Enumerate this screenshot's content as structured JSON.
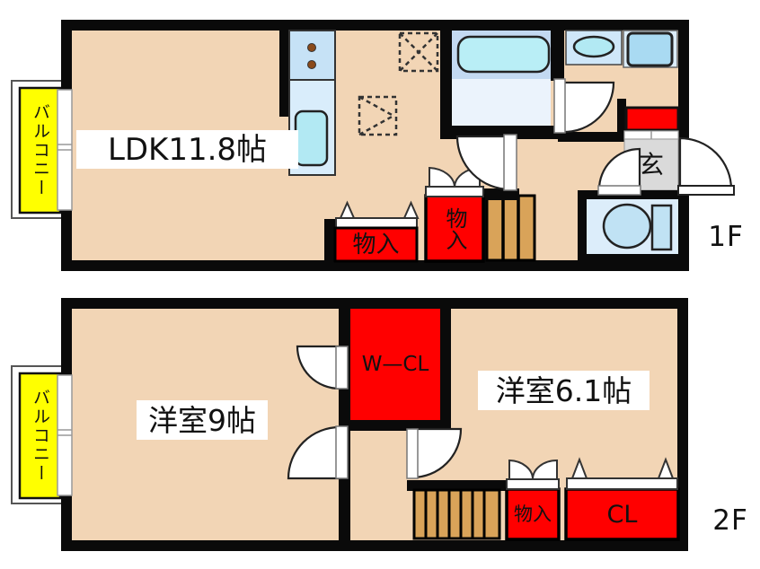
{
  "title": "apartment-floor-plan",
  "colors": {
    "wall": "#0a0a0a",
    "floor": "#f2d5b5",
    "storage_red": "#ff0000",
    "balcony_yellow": "#ffff00",
    "stairs_wood": "#d9a359",
    "fixture_cyan": "#b2e9f3",
    "bath_blue": "#c3d9f1",
    "appliance_blue": "#a9daf2",
    "toilet_floor": "#dcedfa",
    "genkan_gray": "#dadada"
  },
  "floors": [
    {
      "label": "1F",
      "balcony": "バルコニー",
      "ldk": "LDK11.8帖",
      "entrance": "玄",
      "storage_a": "物入",
      "storage_b": "物入"
    },
    {
      "label": "2F",
      "balcony": "バルコニー",
      "room9": "洋室9帖",
      "room61": "洋室6.1帖",
      "wcl": "W—CL",
      "storage": "物入",
      "closet": "CL"
    }
  ]
}
